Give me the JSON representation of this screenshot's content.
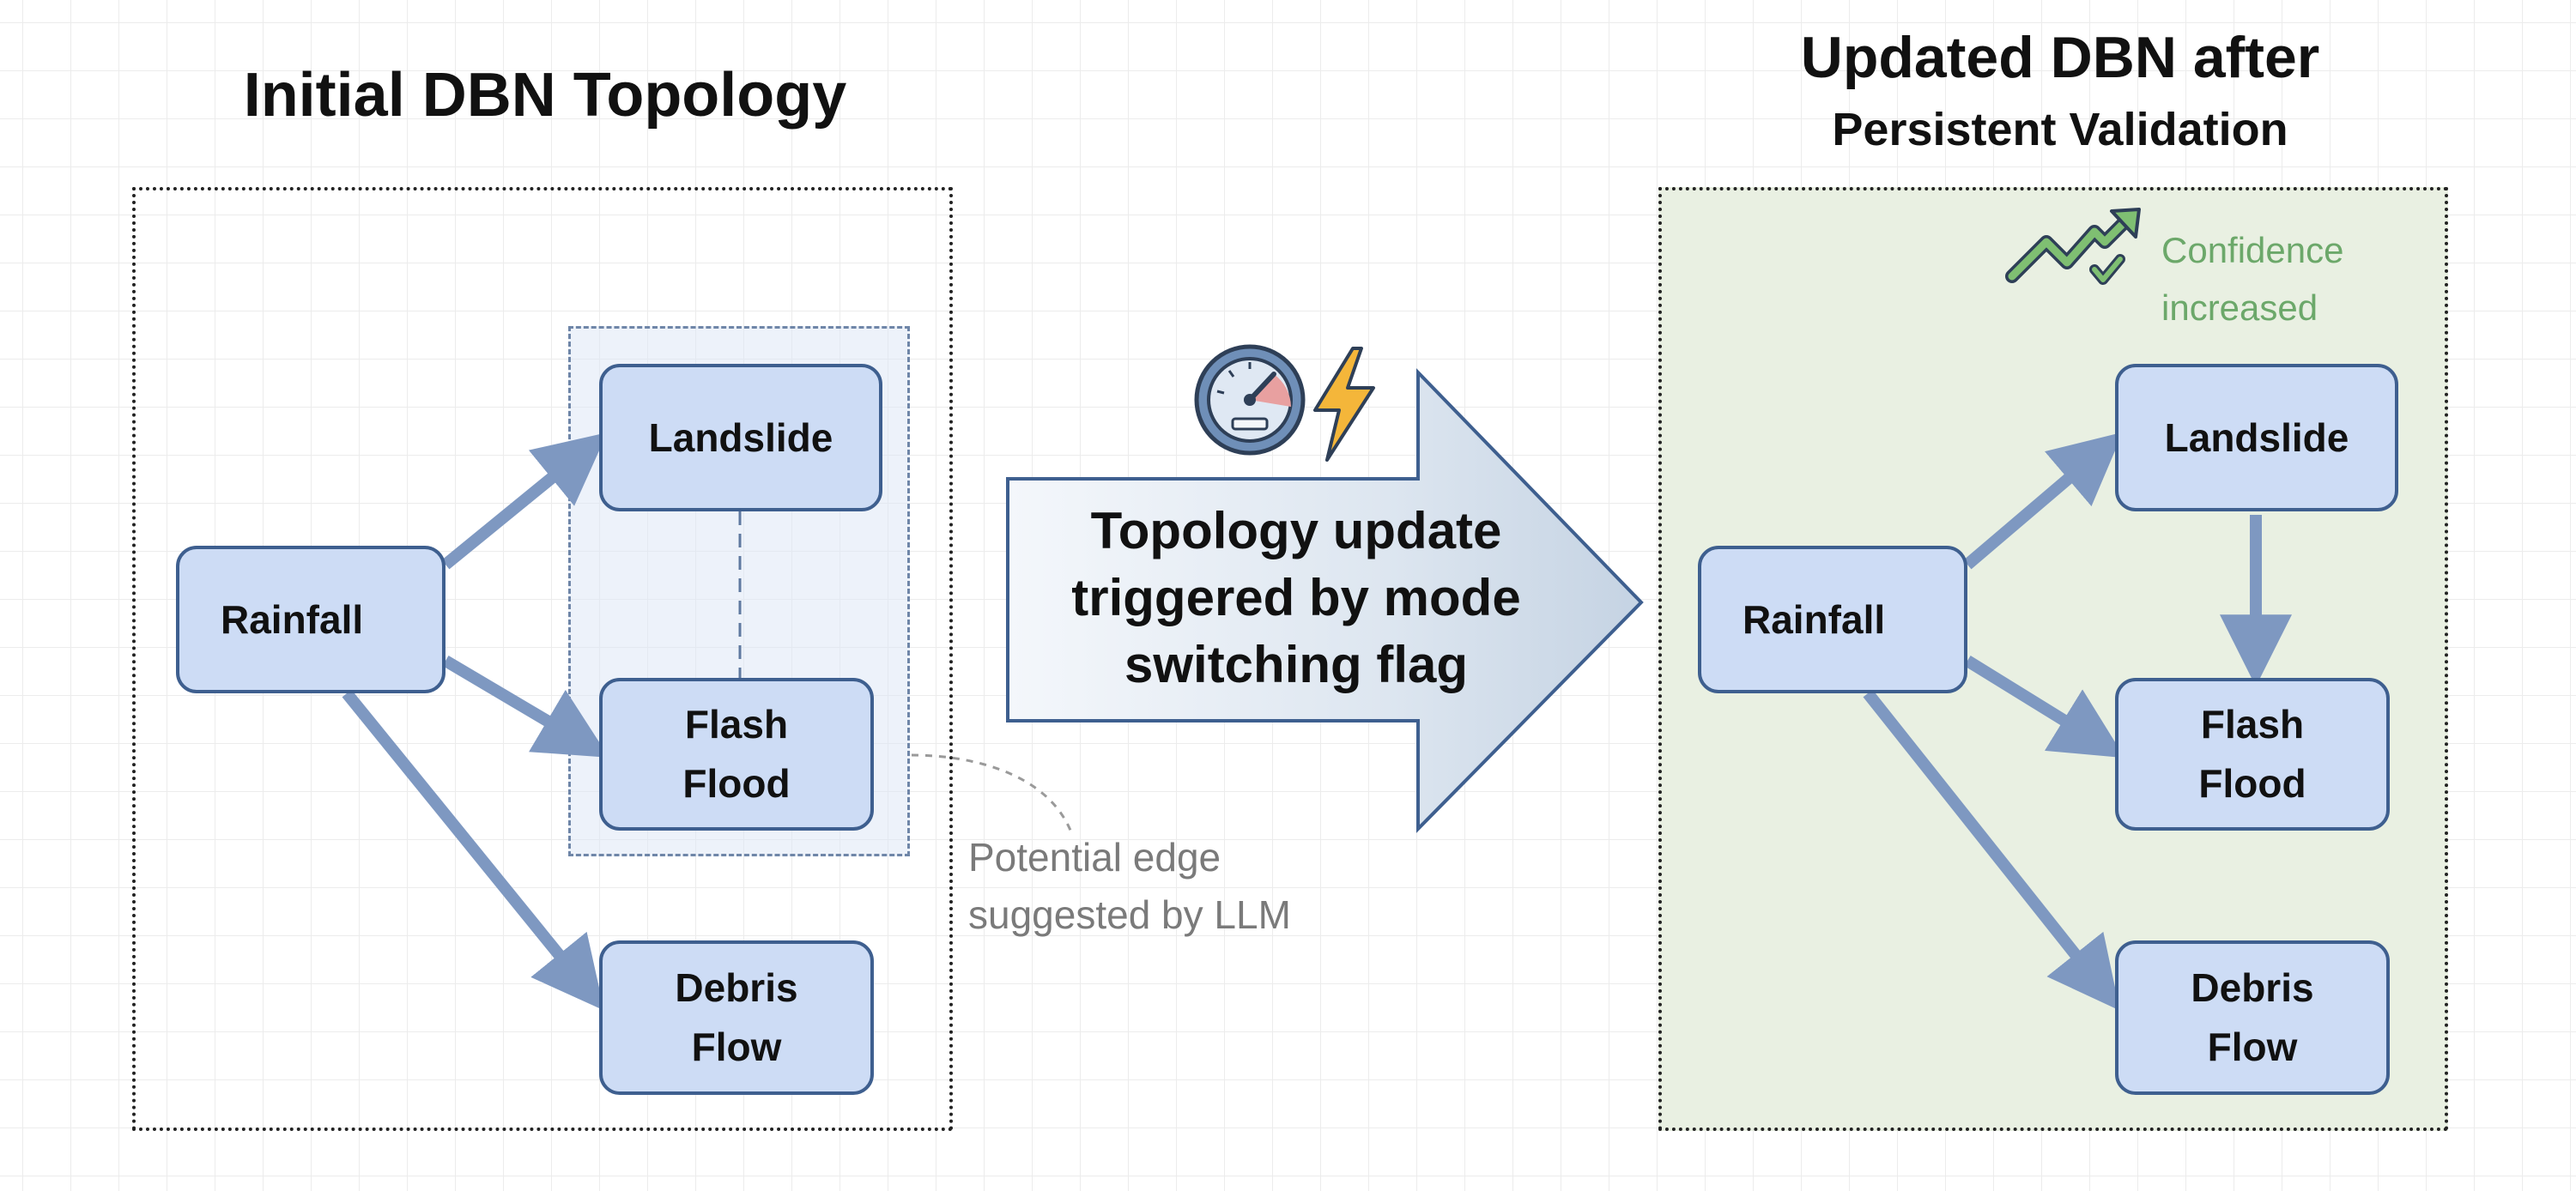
{
  "titles": {
    "left": "Initial DBN Topology",
    "right_line1": "Updated DBN after",
    "right_line2": "Persistent Validation"
  },
  "left_graph": {
    "nodes": {
      "rainfall": "Rainfall",
      "landslide": "Landslide",
      "flash_flood": "Flash\nFlood",
      "debris_flow": "Debris\nFlow"
    },
    "edges": [
      {
        "from": "Rainfall",
        "to": "Landslide",
        "style": "solid"
      },
      {
        "from": "Rainfall",
        "to": "Flash Flood",
        "style": "solid"
      },
      {
        "from": "Rainfall",
        "to": "Debris Flow",
        "style": "solid"
      },
      {
        "from": "Landslide",
        "to": "Flash Flood",
        "style": "dashed"
      }
    ],
    "annotation": {
      "line1": "Potential edge",
      "line2": "suggested by LLM"
    }
  },
  "transition": {
    "line1": "Topology update",
    "line2": "triggered by mode",
    "line3": "switching flag",
    "icons": [
      "speedometer-icon",
      "lightning-bolt-icon"
    ]
  },
  "right_graph": {
    "nodes": {
      "rainfall": "Rainfall",
      "landslide": "Landslide",
      "flash_flood": "Flash\nFlood",
      "debris_flow": "Debris\nFlow"
    },
    "edges": [
      {
        "from": "Rainfall",
        "to": "Landslide",
        "style": "solid"
      },
      {
        "from": "Rainfall",
        "to": "Flash Flood",
        "style": "solid"
      },
      {
        "from": "Rainfall",
        "to": "Debris Flow",
        "style": "solid"
      },
      {
        "from": "Landslide",
        "to": "Flash Flood",
        "style": "solid"
      }
    ],
    "confidence": {
      "line1": "Confidence",
      "line2": "increased",
      "icon": "trending-up-check-icon"
    }
  },
  "colors": {
    "node_fill": "#cddcf5",
    "node_border": "#3e5f8f",
    "edge": "#7e98c1",
    "updated_panel_bg": "#e9f0e2",
    "confidence_text": "#6ca86a",
    "annotation_text": "#7a7a7a"
  }
}
